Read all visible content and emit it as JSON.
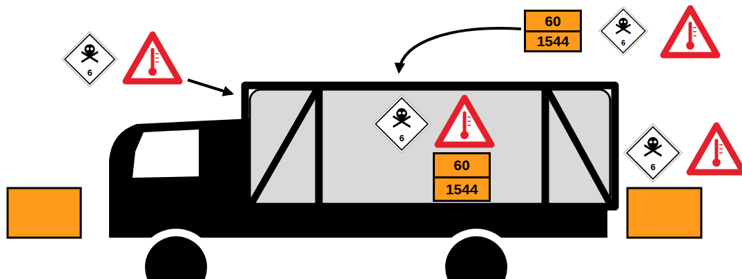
{
  "diagram": {
    "nodes": [
      {
        "text": [
          "6"
        ]
      },
      {
        "text": [
          "60",
          "1544"
        ]
      },
      {
        "text": [
          "6"
        ]
      },
      {
        "text": [
          "6"
        ]
      },
      {
        "text": [
          "60",
          "1544"
        ]
      },
      {
        "text": [
          "6"
        ]
      }
    ]
  }
}
